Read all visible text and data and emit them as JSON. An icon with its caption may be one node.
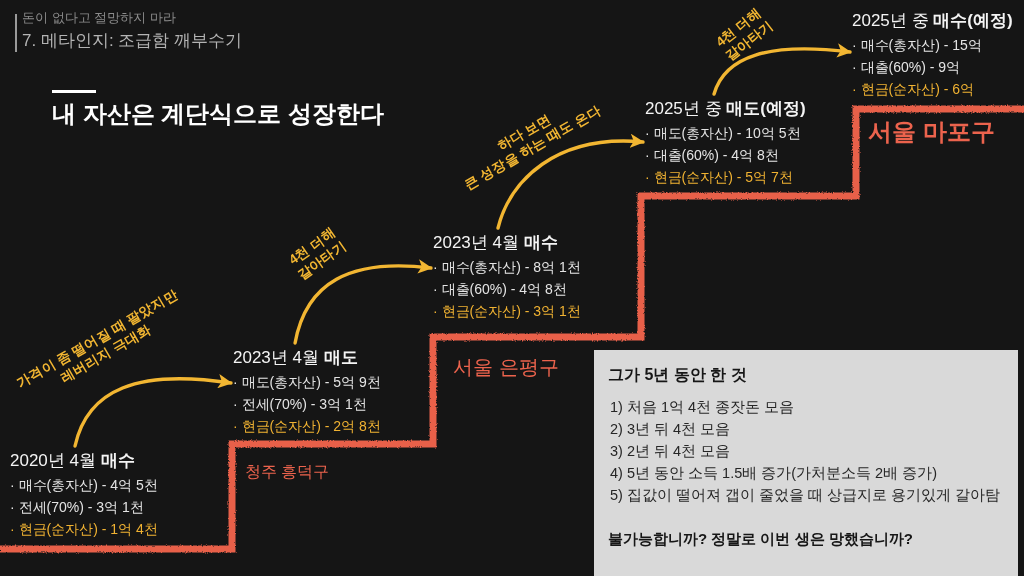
{
  "diagram": {
    "title": "내 자산은 계단식으로 성장한다",
    "nodes": [
      {
        "text": [
          "2020년 4월 **매수**",
          "· 매수(총자산) - 4억 5천",
          "· 전세(70%) - 3억 1천",
          "· 현금(순자산) - 1억 4천"
        ]
      },
      {
        "text": [
          "2023년 4월 **매도**",
          "· 매도(총자산) - 5억 9천",
          "· 전세(70%) - 3억 1천",
          "· 현금(순자산) - 2억 8천"
        ]
      },
      {
        "text": [
          "2023년 4월 **매수**",
          "· 매수(총자산) - 8억 1천",
          "· 대출(60%) - 4억 8천",
          "· 현금(순자산) - 3억 1천"
        ]
      },
      {
        "text": [
          "2025년 중 **매도(예정)**",
          "· 매도(총자산) - 10억 5천",
          "· 대출(60%) - 4억 8천",
          "· 현금(순자산) - 5억 7천"
        ]
      },
      {
        "text": [
          "2025년 중 **매수(예정)**",
          "· 매수(총자산) - 15억",
          "· 대출(60%) - 9억",
          "· 현금(순자산) - 6억"
        ]
      },
      {
        "text": [
          "그가 5년 동안 한 것",
          "1) 처음 1억 4천 종잣돈 모음",
          "2) 3년 뒤 4천 모음",
          "3) 2년 뒤 4천 모음",
          "4) 5년 동안 소득 1.5배 증가(가처분소득 2배 증가)",
          "5) 집값이 떨어져 갭이 줄었을 때 상급지로 용기있게 갈아탐",
          "불가능합니까? 정말로 이번 생은 망했습니까?"
        ]
      }
    ],
    "edges": [
      {
        "from": 0,
        "to": 1,
        "arrow": "to",
        "label": "가격이 좀 떨어질 때 팔았지만 레버리지 극대화"
      },
      {
        "from": 1,
        "to": 2,
        "arrow": "to",
        "label": "4천 더해 갈아타기"
      },
      {
        "from": 2,
        "to": 3,
        "arrow": "to",
        "label": "하다 보면 큰 성장을 하는 때도 온다"
      },
      {
        "from": 3,
        "to": 4,
        "arrow": "to",
        "label": "4천 더해 갈아타기"
      }
    ],
    "labels": [
      "돈이 없다고 절망하지 마라",
      "7. 메타인지: 조급함 깨부수기",
      "서울 마포구",
      "서울 은평구",
      "청주 흥덕구"
    ]
  }
}
